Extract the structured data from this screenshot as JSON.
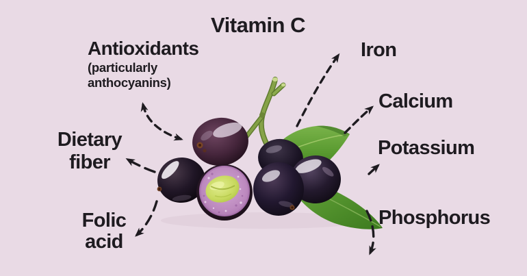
{
  "title": "Vitamin C",
  "labels": {
    "antioxidants": {
      "main": "Antioxidants",
      "sub_line1": "(particularly",
      "sub_line2": "anthocyanins)"
    },
    "iron": "Iron",
    "calcium": "Calcium",
    "potassium": "Potassium",
    "phosphorus": "Phosphorus",
    "dietary_fiber": {
      "line1": "Dietary",
      "line2": "fiber"
    },
    "folic_acid": {
      "line1": "Folic",
      "line2": "acid"
    }
  },
  "illustration": {
    "name": "jamun-java-plum-cluster",
    "elements": [
      "dark purple berries",
      "halved berry with green seed",
      "green stem",
      "two green leaves"
    ]
  },
  "appearance": {
    "background_color": "#e9dae5",
    "text_color": "#1e1b20",
    "arrow_color": "#1e1b20",
    "leaf_green": "#55952e",
    "berry_purple": "#23101f",
    "berry_flesh_pink": "#bd8abf",
    "seed_green": "#c8d95f",
    "stem_green": "#7fa03f"
  }
}
